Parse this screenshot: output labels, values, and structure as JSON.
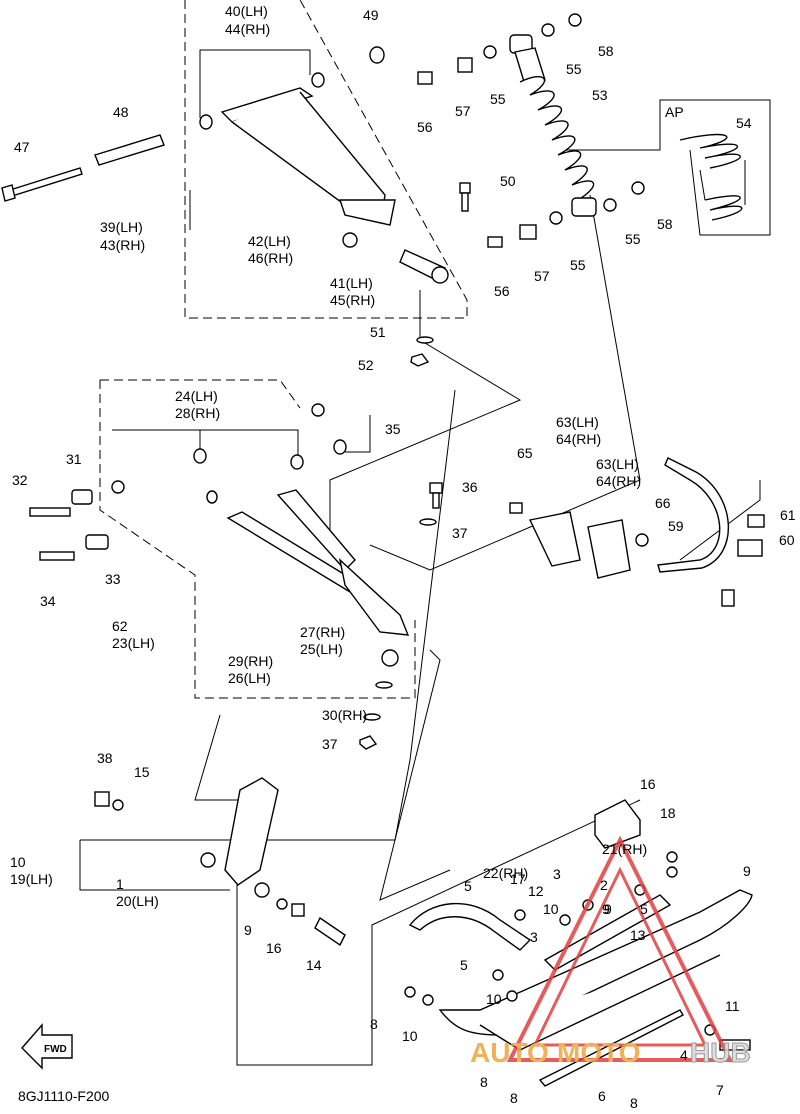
{
  "diagram": {
    "code": "8GJ1110-F200",
    "fwd_label": "FWD",
    "detail_label": "AP",
    "watermark": {
      "text_a": "AUTO",
      "text_b": "MOTO",
      "text_c": "HUB",
      "color_a": "#f0a33a",
      "color_b": "#d8d8d8",
      "triangle_color": "#e04040"
    },
    "callouts": [
      "40(LH)",
      "44(RH)",
      "49",
      "58",
      "55",
      "55",
      "57",
      "56",
      "53",
      "48",
      "47",
      "39(LH)",
      "43(RH)",
      "54",
      "50",
      "58",
      "55",
      "42(LH)",
      "46(RH)",
      "57",
      "55",
      "56",
      "41(LH)",
      "45(RH)",
      "51",
      "52",
      "24(LH)",
      "28(RH)",
      "35",
      "31",
      "32",
      "63(LH)",
      "64(RH)",
      "65",
      "63(LH)",
      "64(RH)",
      "36",
      "66",
      "61",
      "37",
      "59",
      "60",
      "33",
      "34",
      "62",
      "23(LH)",
      "27(RH)",
      "25(LH)",
      "29(RH)",
      "26(LH)",
      "30(RH)",
      "37",
      "38",
      "15",
      "16",
      "18",
      "10",
      "19(LH)",
      "21(RH)",
      "9",
      "1",
      "20(LH)",
      "22(RH)",
      "17",
      "12",
      "3",
      "10",
      "9",
      "5",
      "2",
      "9",
      "5",
      "9",
      "16",
      "14",
      "13",
      "5",
      "10",
      "8",
      "10",
      "8",
      "8",
      "6",
      "8",
      "7",
      "11",
      "4",
      "3",
      "5"
    ]
  }
}
